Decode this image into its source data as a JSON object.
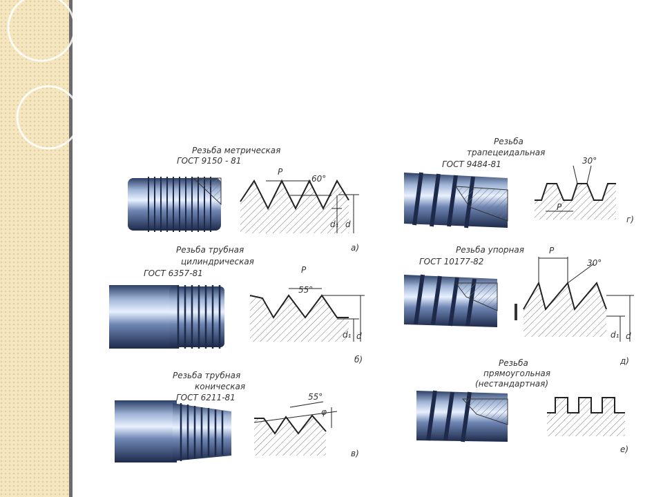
{
  "panels": {
    "a": {
      "title": "Резьба   метрическая",
      "gost": "ГОСТ 9150 - 81",
      "pitch": "P",
      "angle": "60°",
      "d1": "d₁",
      "d": "d",
      "letter": "а)"
    },
    "b": {
      "title": "Резьба      трубная",
      "subtitle": "цилиндрическая",
      "gost": "ГОСТ 6357-81",
      "pitch": "P",
      "angle": "55°",
      "d1": "d₁",
      "d": "d",
      "letter": "б)"
    },
    "v": {
      "title": "Резьба      трубная",
      "subtitle": "коническая",
      "gost": "ГОСТ 6211-81",
      "angle": "55°",
      "phi": "φ",
      "letter": "в)"
    },
    "g": {
      "title": "Резьба",
      "subtitle": "трапецеидальная",
      "gost": "ГОСТ 9484-81",
      "angle": "30°",
      "pitch": "P",
      "letter": "г)"
    },
    "d": {
      "title": "Резьба  упорная",
      "gost": "ГОСТ 10177-82",
      "pitch": "P",
      "angle": "30°",
      "d1": "d₁",
      "d": "d",
      "letter": "д)"
    },
    "e": {
      "title": "Резьба",
      "subtitle": "прямоугольная",
      "note": "(нестандартная)",
      "letter": "е)"
    }
  }
}
